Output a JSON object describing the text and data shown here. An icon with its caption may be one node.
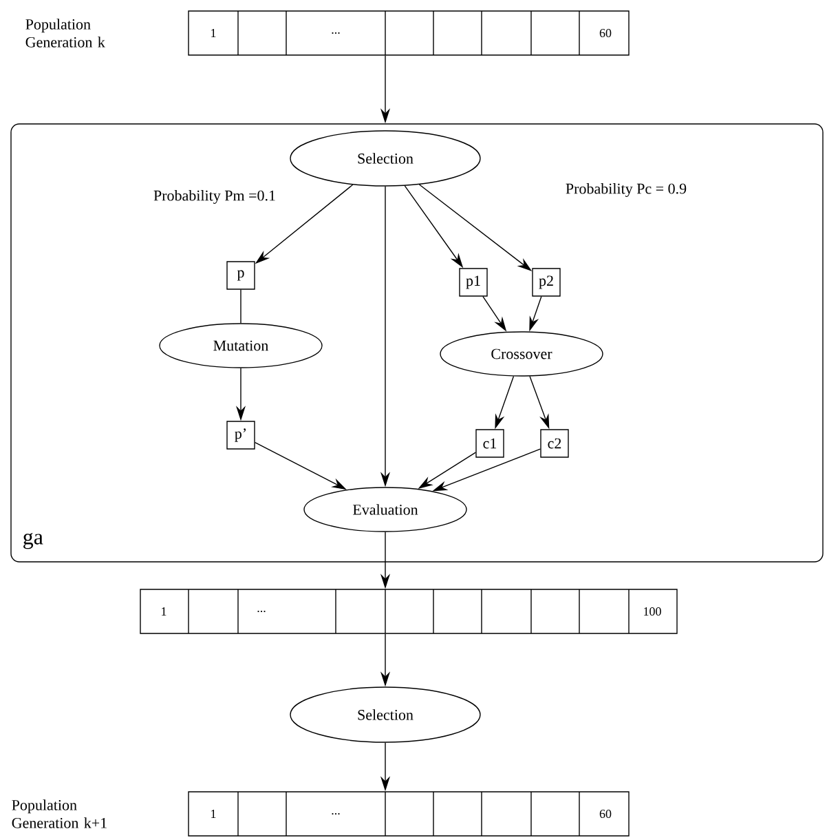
{
  "diagram": {
    "nodes": [
      {
        "text": [
          "1",
          "...",
          "60"
        ]
      },
      {
        "text": [
          "ga"
        ]
      },
      {
        "text": [
          "Selection"
        ],
        "in": 1
      },
      {
        "text": [
          "p"
        ],
        "in": 1
      },
      {
        "text": [
          "p1"
        ],
        "in": 1
      },
      {
        "text": [
          "p2"
        ],
        "in": 1
      },
      {
        "text": [
          "Mutation"
        ],
        "in": 1
      },
      {
        "text": [
          "Crossover"
        ],
        "in": 1
      },
      {
        "text": [
          "p’"
        ],
        "in": 1
      },
      {
        "text": [
          "c1"
        ],
        "in": 1
      },
      {
        "text": [
          "c2"
        ],
        "in": 1
      },
      {
        "text": [
          "Evaluation"
        ],
        "in": 1
      },
      {
        "text": [
          "1",
          "...",
          "100"
        ]
      },
      {
        "text": [
          "Selection"
        ]
      },
      {
        "text": [
          "1",
          "...",
          "60"
        ]
      }
    ],
    "labels": [
      "Population Generation k",
      "Probability Pc = 0.9",
      "Population Generation k+1"
    ],
    "edges": [
      {
        "from": 0,
        "to": 1,
        "arrow": "to"
      },
      {
        "from": 2,
        "to": 3,
        "arrow": "to",
        "label": "Probability Pm =0.1"
      },
      {
        "from": 2,
        "to": 11,
        "arrow": "to"
      },
      {
        "from": 2,
        "to": 4,
        "arrow": "to"
      },
      {
        "from": 2,
        "to": 5,
        "arrow": "to"
      },
      {
        "from": 3,
        "to": 6,
        "arrow": "none"
      },
      {
        "from": 6,
        "to": 8,
        "arrow": "to"
      },
      {
        "from": 4,
        "to": 7,
        "arrow": "to"
      },
      {
        "from": 5,
        "to": 7,
        "arrow": "to"
      },
      {
        "from": 7,
        "to": 9,
        "arrow": "to"
      },
      {
        "from": 7,
        "to": 10,
        "arrow": "to"
      },
      {
        "from": 8,
        "to": 11,
        "arrow": "to"
      },
      {
        "from": 9,
        "to": 11,
        "arrow": "to"
      },
      {
        "from": 10,
        "to": 11,
        "arrow": "to"
      },
      {
        "from": 11,
        "to": 12,
        "arrow": "to"
      },
      {
        "from": 12,
        "to": 13,
        "arrow": "to"
      },
      {
        "from": 13,
        "to": 14,
        "arrow": "to"
      }
    ]
  }
}
